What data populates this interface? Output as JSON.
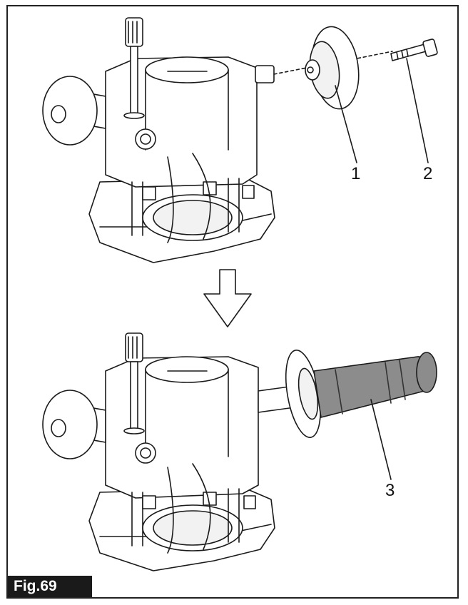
{
  "figure": {
    "label": "Fig.69",
    "callouts": [
      "1",
      "2",
      "3"
    ]
  },
  "parts": {
    "top_assembly": "router-base-without-handle",
    "cap": "grip-cap",
    "bolt": "bolt",
    "arrow": "down-arrow-icon",
    "bottom_assembly": "router-base-with-handle",
    "handle": "side-grip-handle"
  },
  "colors": {
    "line": "#1a1a1a",
    "fill": "#ffffff",
    "shade": "#d9d9d9",
    "grip": "#8c8c8c",
    "label_bg": "#1a1a1a"
  }
}
